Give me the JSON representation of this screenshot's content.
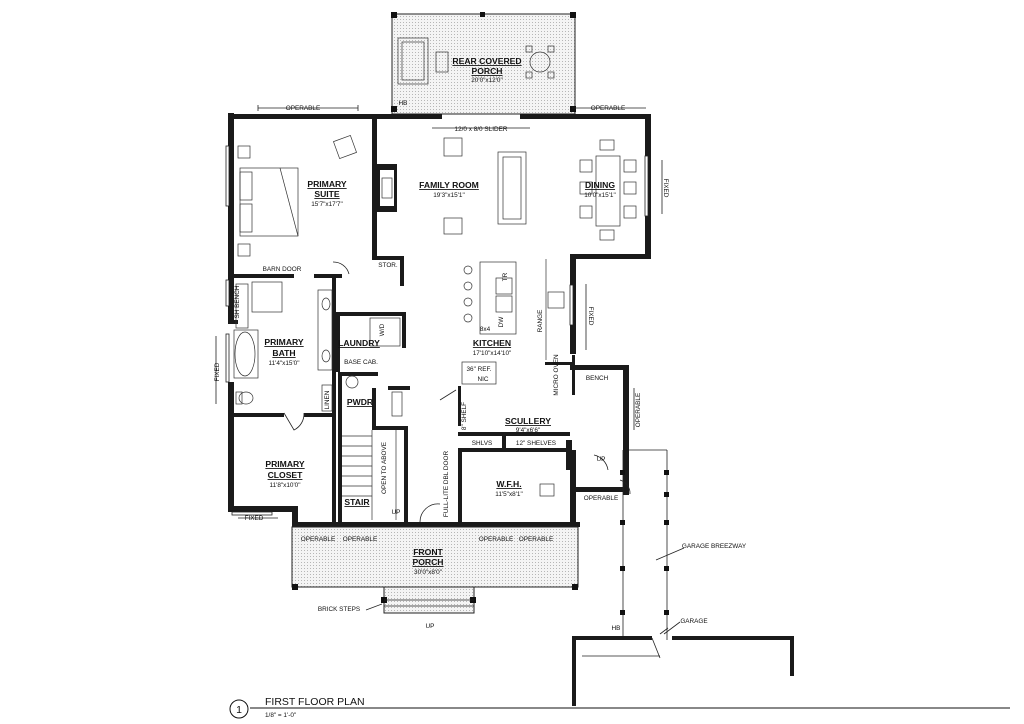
{
  "rooms": {
    "rear_porch": {
      "name_line1": "REAR COVERED",
      "name_line2": "PORCH",
      "dims": "20'0\"x12'0\""
    },
    "primary_suite": {
      "name_line1": "PRIMARY",
      "name_line2": "SUITE",
      "dims": "15'7\"x17'7\""
    },
    "family_room": {
      "name": "FAMILY ROOM",
      "dims": "19'3\"x15'1\""
    },
    "dining": {
      "name": "DINING",
      "dims": "10'0\"x15'1\""
    },
    "primary_bath": {
      "name_line1": "PRIMARY",
      "name_line2": "BATH",
      "dims": "11'4\"x15'0\""
    },
    "laundry": {
      "name": "LAUNDRY"
    },
    "kitchen": {
      "name": "KITCHEN",
      "dims": "17'10\"x14'10\""
    },
    "pwdr": {
      "name": "PWDR"
    },
    "scullery": {
      "name": "SCULLERY",
      "dims": "9'4\"x6'6\""
    },
    "primary_closet": {
      "name_line1": "PRIMARY",
      "name_line2": "CLOSET",
      "dims": "11'8\"x10'0\""
    },
    "stair": {
      "name": "STAIR"
    },
    "wfh": {
      "name": "W.F.H.",
      "dims": "11'5\"x8'1\""
    },
    "front_porch": {
      "name_line1": "FRONT",
      "name_line2": "PORCH",
      "dims": "30'0\"x8'0\""
    }
  },
  "labels": {
    "operable": "OPERABLE",
    "fixed": "FIXED",
    "hb": "HB",
    "slider": "12/0 x 8/0 SLIDER",
    "barn_door": "BARN DOOR",
    "stor": "STOR.",
    "base_cab": "BASE CAB.",
    "wd": "W/D",
    "linen": "LINEN",
    "bench": "BENCH",
    "sh_bench": "SH BENCH",
    "tr": "TR",
    "dw": "DW",
    "size_8x4": "8x4",
    "range": "RANGE",
    "ref": "36\" REF.",
    "nic": "NIC",
    "micro_oven": "MICRO OVEN",
    "shelf_8": "8\" SHELF",
    "shlvs": "SHLVS",
    "shelves_12": "12\" SHELVES",
    "open_to_above": "OPEN TO ABOVE",
    "full_lite_door": "FULL-LITE DBL DOOR",
    "up": "UP",
    "brick_steps": "BRICK STEPS",
    "garage_breezway": "GARAGE BREEZWAY",
    "garage": "GARAGE"
  },
  "title_block": {
    "number": "1",
    "title": "FIRST FLOOR PLAN",
    "scale": "1/8\" = 1'-0\""
  }
}
